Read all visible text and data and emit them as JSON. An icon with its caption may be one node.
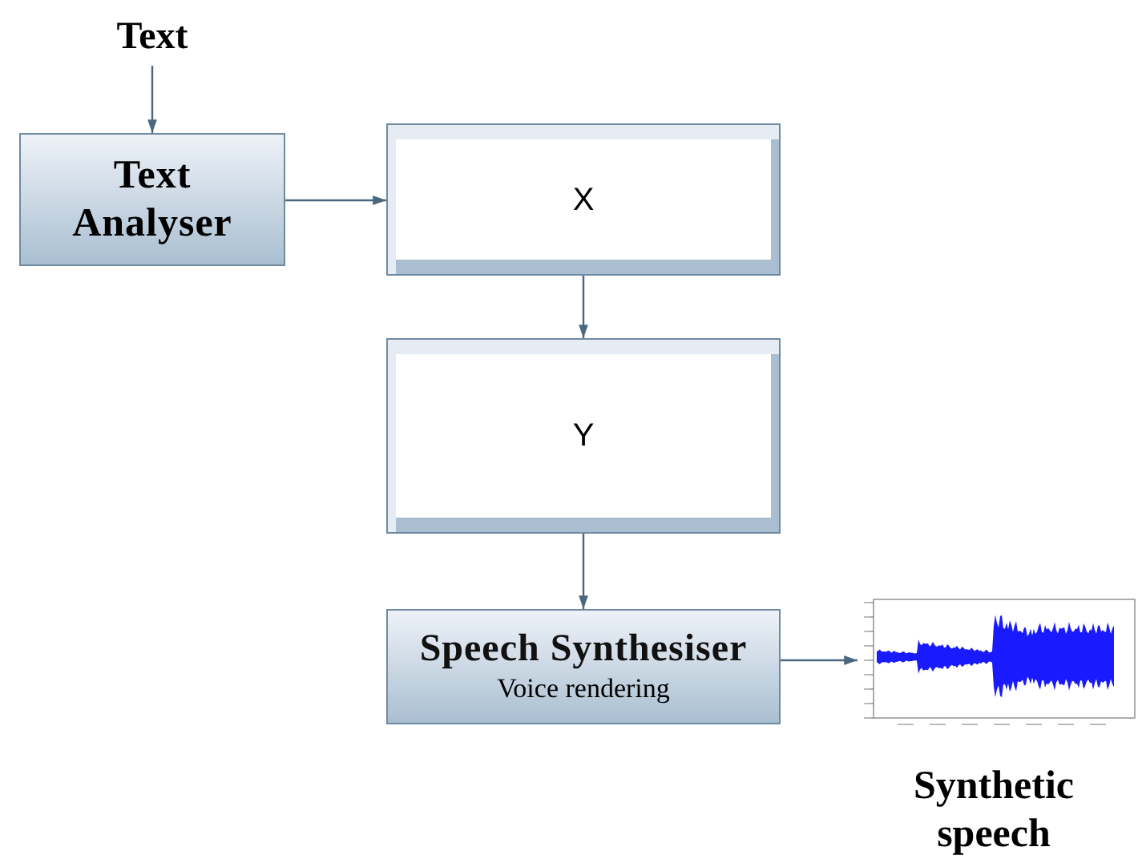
{
  "diagram": {
    "nodes": [
      {
        "text": [
          "Text"
        ]
      },
      {
        "text": [
          "Text Analyser"
        ]
      },
      {
        "text": [
          "X"
        ]
      },
      {
        "text": [
          "Y"
        ]
      },
      {
        "text": [
          "Speech Synthesiser",
          "Voice rendering"
        ]
      },
      {
        "text": [],
        "shape": "picture",
        "beside": [
          "Synthetic speech"
        ]
      }
    ],
    "edges": [
      {
        "from": 0,
        "to": 1,
        "arrow": "to"
      },
      {
        "from": 1,
        "to": 2,
        "arrow": "to"
      },
      {
        "from": 2,
        "to": 3,
        "arrow": "to"
      },
      {
        "from": 3,
        "to": 4,
        "arrow": "to"
      },
      {
        "from": 4,
        "to": 5,
        "arrow": "to"
      }
    ]
  }
}
